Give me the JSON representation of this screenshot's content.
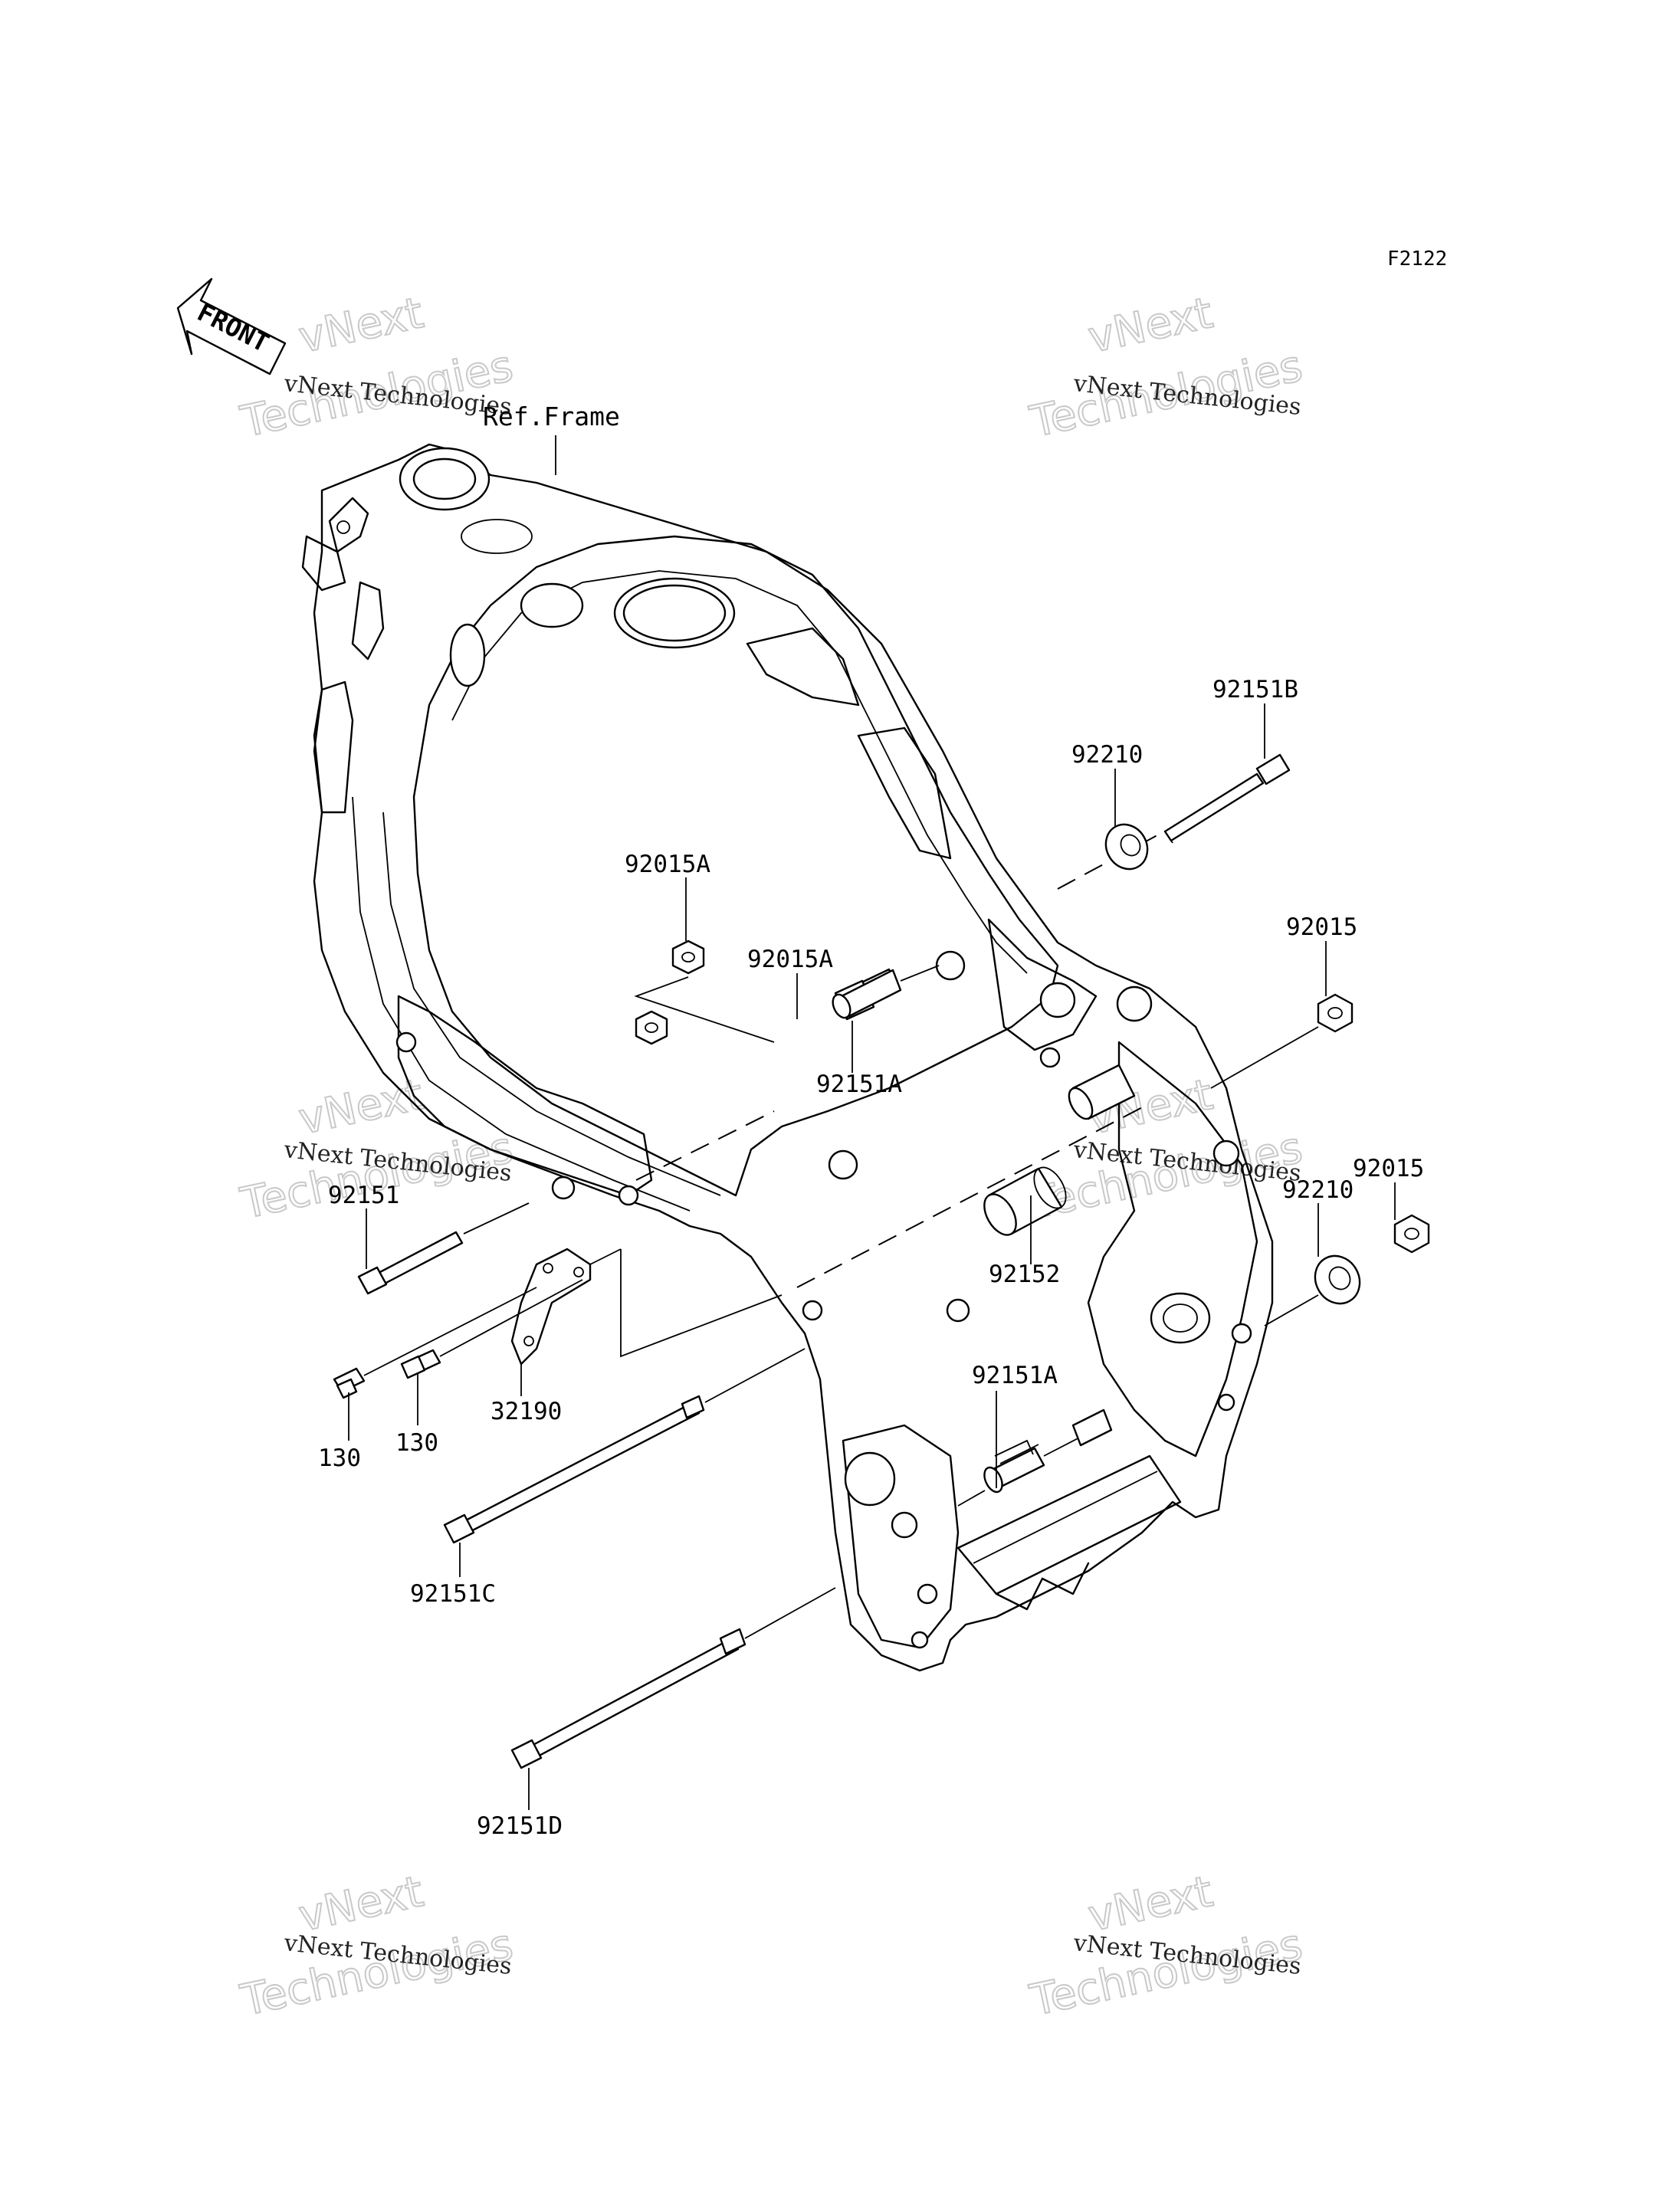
{
  "diagram_code": "F2122",
  "front_arrow_text": "FRONT",
  "reference_label": "Ref.Frame",
  "watermark": {
    "line1": "vNext Technologies",
    "line2": "vNext",
    "line3": "Technologies"
  },
  "parts": {
    "p92151B": "92151B",
    "p92210_top": "92210",
    "p92015A_left": "92015A",
    "p92015A_mid": "92015A",
    "p92151A_top": "92151A",
    "p92015_top": "92015",
    "p92015_bottom": "92015",
    "p92210_bottom": "92210",
    "p92151": "92151",
    "p92152": "92152",
    "p130_left": "130",
    "p130_right": "130",
    "p32190": "32190",
    "p92151A_bottom": "92151A",
    "p92151C": "92151C",
    "p92151D": "92151D"
  }
}
